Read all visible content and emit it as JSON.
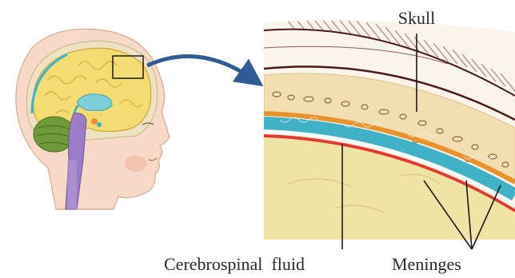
{
  "labels": {
    "skull": "Skull",
    "csf": "Cerebrospinal  fluid",
    "meninges": "Meninges"
  },
  "colors": {
    "brain": "#f3dc72",
    "brain_outline": "#c9a63a",
    "skull_bone": "#f2deb0",
    "skin": "#f6d9c6",
    "cerebellum": "#6f9a3a",
    "csf": "#3fb2c8",
    "dura": "#e8922e",
    "pia": "#e23a2e",
    "arrow": "#2f5d93",
    "scalp_lines": "#6b2a2a",
    "brainstem": "#9c7cc4"
  },
  "icons": {
    "zoom_box": "magnify-region-box",
    "arrow": "curved-arrow-right"
  }
}
